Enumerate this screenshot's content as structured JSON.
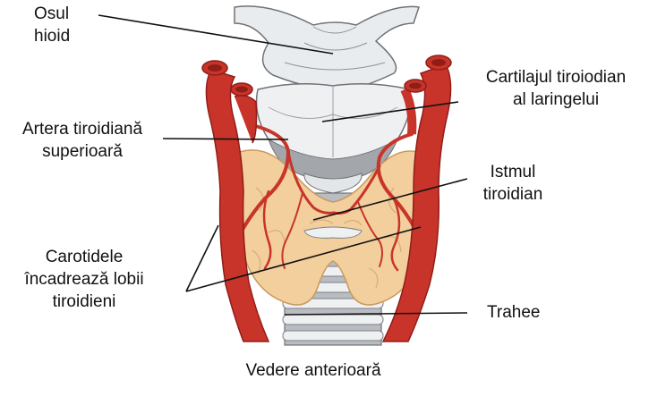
{
  "labels": {
    "hyoid": [
      "Osul",
      "hioid"
    ],
    "thyroid_cartilage": [
      "Cartilajul tiroiodian",
      "al laringelui"
    ],
    "superior_thyroid_artery": [
      "Artera tiroidiană",
      "superioară"
    ],
    "isthmus": [
      "Istmul",
      "tiroidian"
    ],
    "carotids": [
      "Carotidele",
      "încadrează lobii",
      "tiroidieni"
    ],
    "trachea": "Trahee",
    "caption": "Vedere anterioară"
  },
  "colors": {
    "artery": "#c9342a",
    "artery_dark": "#8f1e18",
    "thyroid": "#f2cf9c",
    "thyroid_edge": "#c99a5e",
    "cartilage": "#e9ecef",
    "cartilage_edge": "#6f7276",
    "shadow": "#a3a7ab",
    "leader": "#111111"
  }
}
